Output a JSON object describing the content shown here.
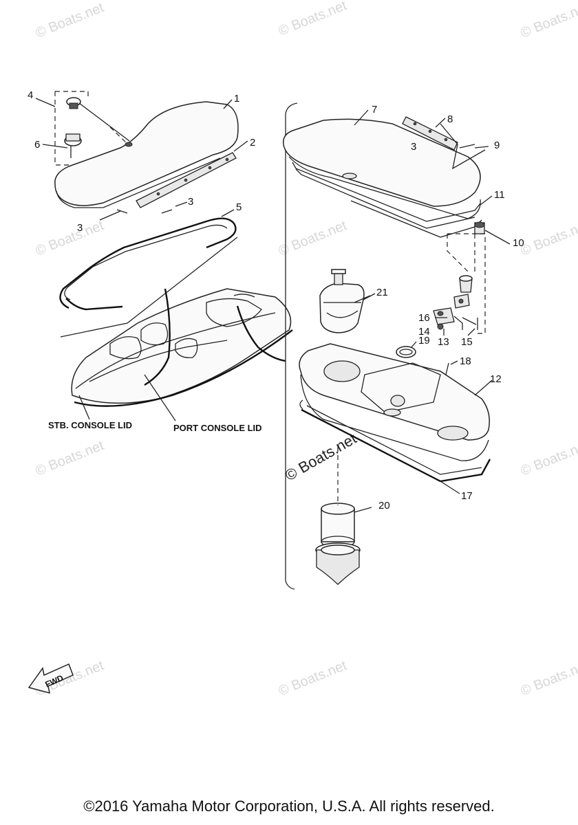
{
  "watermark": {
    "text": "© Boats.net",
    "accent_text": "© Boats.net"
  },
  "callouts": {
    "c1": "1",
    "c2": "2",
    "c3a": "3",
    "c3b": "3",
    "c3c": "3",
    "c4": "4",
    "c5": "5",
    "c6": "6",
    "c7": "7",
    "c8": "8",
    "c9": "9",
    "c10": "10",
    "c11": "11",
    "c12": "12",
    "c13": "13",
    "c14": "14",
    "c15": "15",
    "c16": "16",
    "c17": "17",
    "c18": "18",
    "c19": "19",
    "c20": "20",
    "c21": "21"
  },
  "captions": {
    "stb": "STB. CONSOLE LID",
    "port": "PORT CONSOLE LID"
  },
  "fwd_label": "FWD",
  "copyright": "©2016 Yamaha Motor Corporation, U.S.A. All rights reserved."
}
